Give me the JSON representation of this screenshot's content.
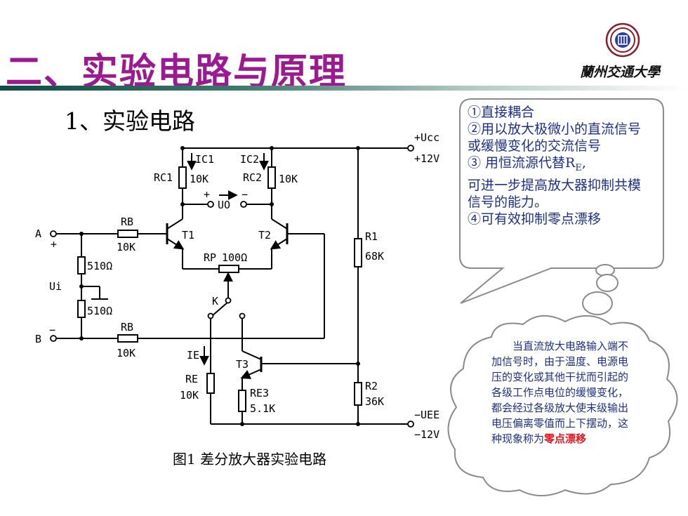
{
  "slide": {
    "title": "二、实验电路与原理",
    "subtitle": "1、实验电路",
    "logo_text": "蘭州交通大學",
    "figure_caption": "图1 差分放大器实验电路"
  },
  "circuit": {
    "labels": {
      "ucc": "+Ucc",
      "ucc_value": "+12V",
      "uee": "−UEE",
      "uee_value": "−12V",
      "ic1": "IC1",
      "ic2": "IC2",
      "rc1": "RC1",
      "rc1_value": "10K",
      "rc2": "RC2",
      "rc2_value": "10K",
      "uo_plus": "+",
      "uo": "UO",
      "uo_minus": "−",
      "t1": "T1",
      "t2": "T2",
      "t3": "T3",
      "rb_top": "RB",
      "rb_top_value": "10K",
      "rb_bottom": "RB",
      "rb_bottom_value": "10K",
      "rp": "RP",
      "rp_value": "100Ω",
      "r1": "R1",
      "r1_value": "68K",
      "r2": "R2",
      "r2_value": "36K",
      "re": "RE",
      "re_value": "10K",
      "re3": "RE3",
      "re3_value": "5.1K",
      "ie": "IE",
      "k": "K",
      "a": "A",
      "a_plus": "+",
      "b": "B",
      "b_minus": "−",
      "ui": "Ui",
      "r510_top": "510Ω",
      "r510_bottom": "510Ω"
    }
  },
  "notes": {
    "items": [
      "①直接耦合",
      "②用以放大极微小的直流信号或缓慢变化的交流信号",
      "③ 用恒流源代替R",
      "可进一步提高放大器抑制共模信号的能力。",
      "④可有效抑制零点漂移"
    ],
    "re_sub": "E",
    "re_tail": ","
  },
  "cloud": {
    "text": "当直流放大电路输入端不加信号时，由于温度、电源电压的变化或其他干扰而引起的各级工作点电位的缓慢变化，都会经过各级放大使末级输出电压偏离零值而上下摆动，这种现象称为",
    "highlight": "零点漂移"
  },
  "colors": {
    "title": "#9b1a8f",
    "notes_text": "#1d2f8a",
    "highlight": "#e8141e",
    "bar_dark": "#0d4d45"
  }
}
